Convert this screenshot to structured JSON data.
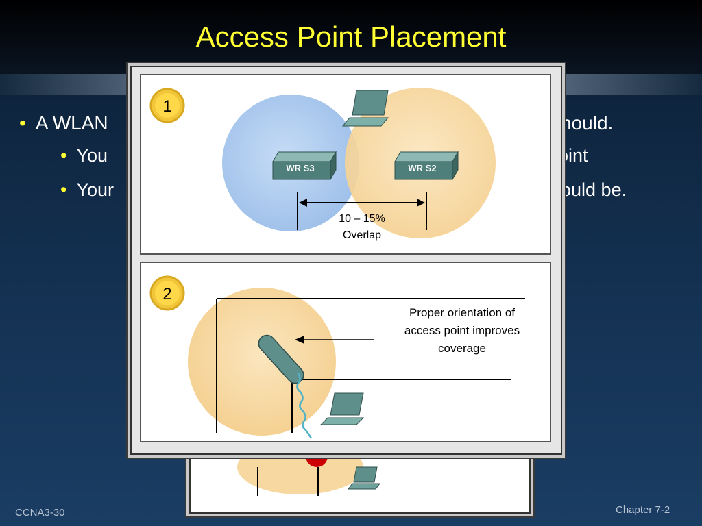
{
  "slide": {
    "title": "Access Point Placement",
    "footer_left": "CCNA3-30",
    "footer_right": "Chapter 7-2"
  },
  "bullets": [
    {
      "level": 1,
      "text": "A WLAN",
      "tail": "hould."
    },
    {
      "level": 2,
      "text": "You",
      "tail": "oint"
    },
    {
      "level": 2,
      "text": "Your",
      "tail": "ould be."
    }
  ],
  "figure": {
    "panel1": {
      "step": "1",
      "ap_left": "WR S3",
      "ap_right": "WR S2",
      "overlap_pct": "10 – 15%",
      "overlap_word": "Overlap",
      "colors": {
        "left_cell": "#a9c8f0",
        "right_cell": "#f6d8a0"
      }
    },
    "panel2": {
      "step": "2",
      "caption_line1": "Proper orientation of",
      "caption_line2": "access point improves",
      "caption_line3": "coverage",
      "colors": {
        "cell": "#f6d8a0"
      }
    }
  },
  "theme": {
    "title_color": "#ffff33",
    "bullet_color": "#ffff33",
    "text_color": "#ffffff"
  }
}
